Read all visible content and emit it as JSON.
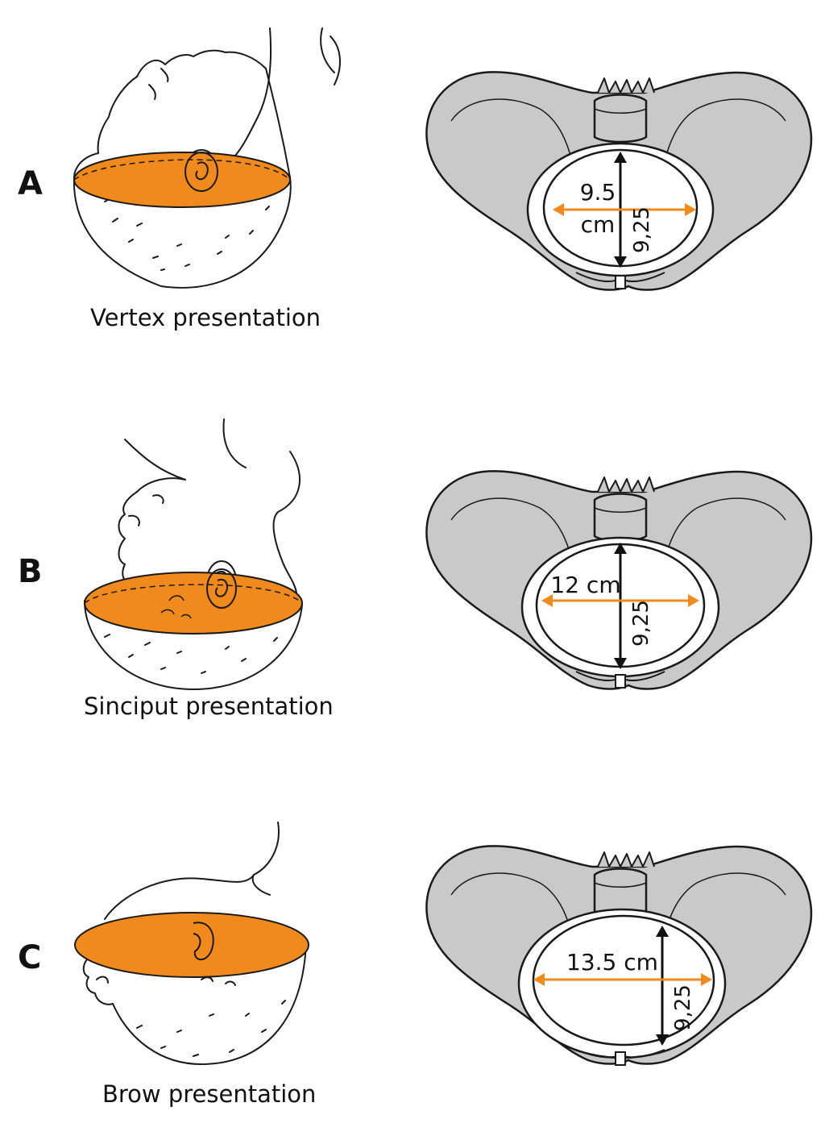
{
  "rows": [
    {
      "letter": "A",
      "caption": "Vertex presentation",
      "transverse_label_line1": "9.5",
      "transverse_label_line2": "cm",
      "ap_label": "9,25"
    },
    {
      "letter": "B",
      "caption": "Sinciput presentation",
      "transverse_label_line1": "12 cm",
      "ap_label": "9,25"
    },
    {
      "letter": "C",
      "caption": "Brow presentation",
      "transverse_label_line1": "13.5 cm",
      "ap_label": "9,25"
    }
  ],
  "colors": {
    "plane_fill": "#F08A1C",
    "bone_fill": "#C9C9C9",
    "outline": "#1A1A1A",
    "transverse_arrow": "#F08A1C",
    "ap_arrow": "#111111"
  },
  "icons": [
    "fetal-head-icon",
    "pelvis-icon"
  ]
}
